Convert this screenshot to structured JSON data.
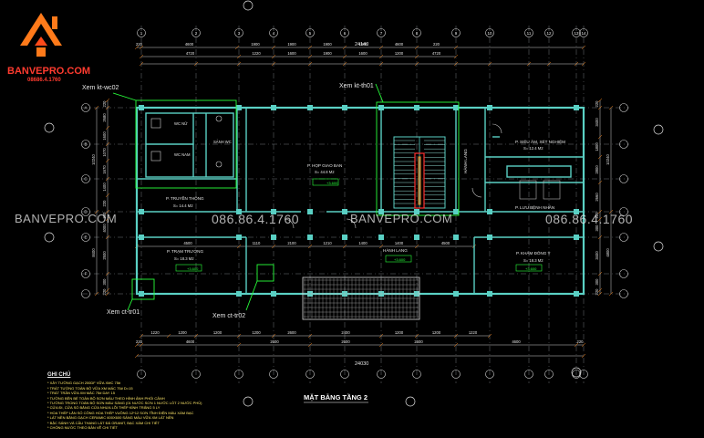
{
  "brand": {
    "name": "BANVEPRO.COM",
    "phone": "08686.4.1760"
  },
  "watermarks": [
    {
      "id": "wm1",
      "text": "BANVEPRO.COM"
    },
    {
      "id": "wm2",
      "text": "086.86.4.1760"
    },
    {
      "id": "wm3",
      "text": "BANVEPRO.COM"
    },
    {
      "id": "wm4",
      "text": "086.86.4.1760"
    }
  ],
  "drawing_title": "MẶT BẰNG TẦNG 2",
  "callouts": {
    "kt_wc02": "Xem kt-wc02",
    "kt_th01": "Xem kt-th01",
    "ct_tr01": "Xem ct-tr01",
    "ct_tr02": "Xem ct-tr02"
  },
  "rooms": [
    {
      "id": "wc_nu",
      "name": "WC NỮ",
      "area": ""
    },
    {
      "id": "wc_nam",
      "name": "WC NAM",
      "area": ""
    },
    {
      "id": "sanh_wc",
      "name": "SẢNH WC",
      "area": ""
    },
    {
      "id": "hop",
      "name": "P. HỌP GIAO BAN",
      "area": "S= 44.8 M2"
    },
    {
      "id": "truyenthong",
      "name": "P. TRUYỀN THÔNG",
      "area": "S= 14.4 M2"
    },
    {
      "id": "sieuam",
      "name": "P. SIÊU ÂM, XÉT NGHIỆM",
      "area": "S= 12.4 M2"
    },
    {
      "id": "luubenh",
      "name": "P. LƯU BỆNH NHÂN",
      "area": ""
    },
    {
      "id": "truongtram",
      "name": "P. TRẠM TRƯỞNG",
      "area": "S= 18.3 M2"
    },
    {
      "id": "khamdongy",
      "name": "P. KHÁM ĐÔNG Y",
      "area": "S= 18.3 M2"
    },
    {
      "id": "hanhlang_v",
      "name": "HÀNH LANG",
      "area": ""
    },
    {
      "id": "hanhlang_h",
      "name": "HÀNH LANG",
      "area": ""
    }
  ],
  "levels": [
    "+3.600",
    "+3.600",
    "+3.600",
    "+3.600"
  ],
  "grid_labels_top": [
    "1",
    "2",
    "3",
    "4",
    "5",
    "6",
    "7",
    "8",
    "9",
    "10",
    "11",
    "12",
    "13",
    "14"
  ],
  "grid_labels_left": [
    "A",
    "B",
    "C",
    "D",
    "E",
    "F"
  ],
  "dims": {
    "overall_top": "24140",
    "overall_bottom": "24030",
    "top_row": [
      "220",
      "4600",
      "1900",
      "1900",
      "1900",
      "1900",
      "4600",
      "220"
    ],
    "top_row2": [
      "4720",
      "1220",
      "1600",
      "1900",
      "1600",
      "1200",
      "4720"
    ],
    "bottom_row": [
      "220",
      "4600",
      "2600",
      "2600",
      "2600",
      "4600",
      "220"
    ],
    "bottom_row2": [
      "1220",
      "1200",
      "1200",
      "1200",
      "2600",
      "2400",
      "1200",
      "1200",
      "1220"
    ],
    "left_col": [
      "220",
      "2680",
      "1600",
      "1070",
      "1670",
      "1400",
      "220",
      "300",
      "4000",
      "2500",
      "300",
      "220"
    ],
    "right_col": [
      "220",
      "3400",
      "1800",
      "2800",
      "2660",
      "220",
      "300",
      "3400",
      "300",
      "220"
    ],
    "mid_row": [
      "4500",
      "1110",
      "2100",
      "1210",
      "1400",
      "1400",
      "4500"
    ],
    "mid_misc": [
      "1400",
      "1300",
      "800",
      "2300",
      "4800",
      "10240",
      "8400"
    ]
  },
  "notes": {
    "heading": "GHI CHÚ",
    "lines": [
      "* XÂY TƯỜNG GẠCH 200DF VỮA XMC 75#",
      "* TRÁT TƯỜNG TOÀN BỘ VỮA XM MÁC 75# D=15",
      "* TRÁT TRẦN VỮA XM MÁC 75# DAY 15",
      "* TƯỜNG BÊN BỂ TOÀN BỘ SƠN MÀU THEO HÌNH ẢNH PHỐI CẢNH",
      "* TƯỜNG TRONG TOÀN BỘ SƠN MÀU SÁNG (01 NƯỚC SƠN 1 NƯỚC LÓT 2 NƯỚC PHỦ)",
      "* CỬA ĐI, CỬA SỔ BẰNG CỬA NHỰA LÕI THÉP KÍNH TRẮNG 5 LY",
      "* HOA THÉP LẮN SỐ CÔNG HOA THÉP VUÔNG 12*12 SƠN TĨNH ĐIỆN MÀU XÁM BẠC",
      "* LÁT NỀN BẰNG GẠCH CERAMIC 600X600 SÁNG MÀU VỮA XM LÁT NỀN",
      "* BẬC SÁNH VÀ CẦU THANG LÁT ĐÁ GRANIT, BẠC XÁM CHI TIẾT",
      "* CHỐNG NƯỚC THEO BẢN VẼ CHI TIẾT"
    ]
  },
  "colors": {
    "wall": "#5ad0c4",
    "grid": "#9aa0a6",
    "dim": "#e6e6e6",
    "green": "#27ff3a",
    "orange": "#ff8a1c",
    "red": "#ff3030",
    "yellow": "#fff04a",
    "watermark": "#f0f0f0"
  }
}
